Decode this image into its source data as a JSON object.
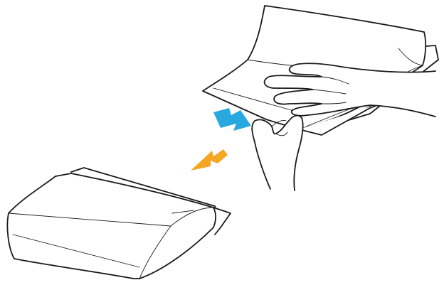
{
  "illustration": {
    "items": [
      {
        "name": "upper-paper-bag",
        "description_icon": "bag-icon"
      },
      {
        "name": "hands",
        "description_icon": "hand-icon"
      },
      {
        "name": "lower-paper-bag",
        "description_icon": "bag-icon"
      }
    ],
    "arrows": [
      {
        "name": "insert-arrow",
        "color": "#29A8E0",
        "direction": "right-down"
      },
      {
        "name": "remove-arrow",
        "color": "#F5A623",
        "direction": "left-down"
      }
    ]
  }
}
